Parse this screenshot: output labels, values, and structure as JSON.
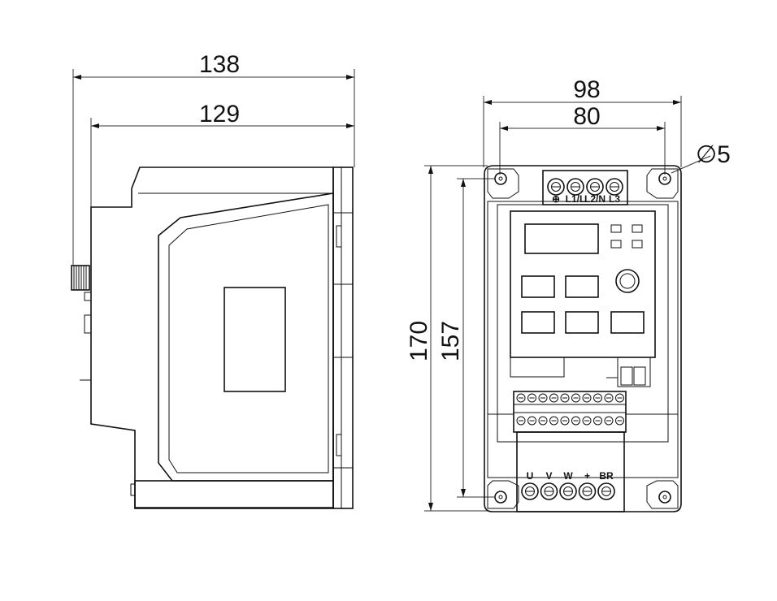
{
  "dimensions": {
    "overall_depth": "138",
    "body_depth": "129",
    "overall_width": "98",
    "mount_hole_spacing_w": "80",
    "hole_diameter": "∅5",
    "overall_height": "170",
    "mount_hole_spacing_h": "157"
  },
  "terminals": {
    "input": [
      "⊕",
      "L1/L",
      "L2/N",
      "L3"
    ],
    "output": [
      "U",
      "V",
      "W",
      "+",
      "BR"
    ]
  }
}
